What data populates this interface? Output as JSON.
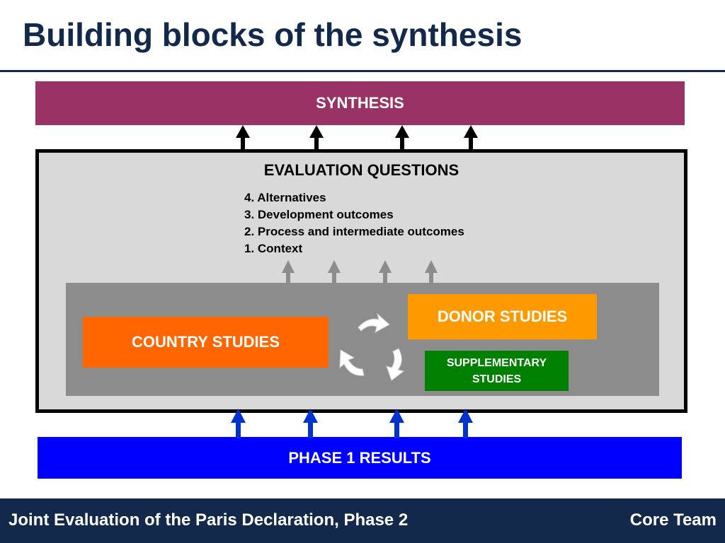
{
  "title": "Building blocks of the synthesis",
  "colors": {
    "title_navy": "#13294b",
    "synthesis": "#993366",
    "eq_panel": "#d9d9d9",
    "studies_panel": "#8c8c8c",
    "country": "#ff6600",
    "donor": "#ff9900",
    "supplementary": "#008000",
    "phase": "#0000ff",
    "arrow_black": "#000000",
    "arrow_grey": "#8c8c8c",
    "arrow_blue": "#0033cc"
  },
  "diagram": {
    "synthesis_label": "SYNTHESIS",
    "eval_title": "EVALUATION QUESTIONS",
    "eval_items": [
      "4. Alternatives",
      "3. Development outcomes",
      "2. Process and intermediate outcomes",
      "1. Context"
    ],
    "country_label": "COUNTRY STUDIES",
    "donor_label": "DONOR STUDIES",
    "supp_line1": "SUPPLEMENTARY",
    "supp_line2": "STUDIES",
    "phase_label": "PHASE 1 RESULTS",
    "cycle_icon": "cycle-arrows-icon"
  },
  "footer": {
    "left": "Joint Evaluation of the Paris Declaration, Phase 2",
    "right": "Core Team"
  }
}
